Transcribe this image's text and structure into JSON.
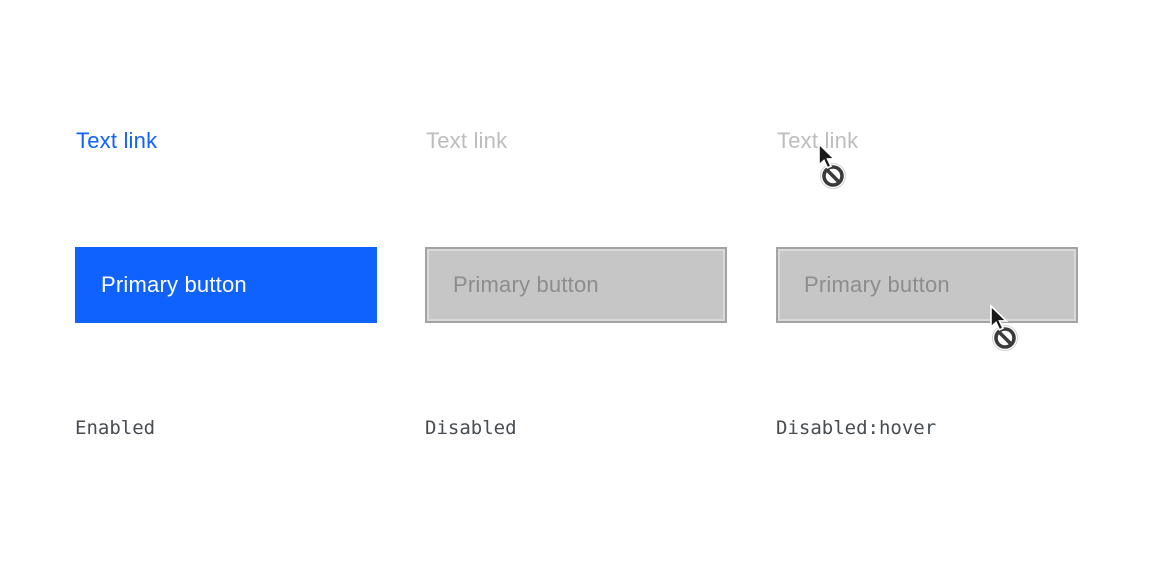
{
  "columns": [
    {
      "state": "enabled",
      "link_label": "Text link",
      "button_label": "Primary button",
      "state_label": "Enabled"
    },
    {
      "state": "disabled",
      "link_label": "Text link",
      "button_label": "Primary button",
      "state_label": "Disabled"
    },
    {
      "state": "disabled-hover",
      "link_label": "Text link",
      "button_label": "Primary button",
      "state_label": "Disabled:hover"
    }
  ],
  "icons": {
    "not_allowed_cursor": "cursor-not-allowed-icon"
  },
  "colors": {
    "link_enabled": "#0f62fe",
    "link_disabled": "#bdbdbd",
    "button_primary_bg": "#0f62fe",
    "button_primary_text": "#ffffff",
    "disabled_bg": "#c6c6c6",
    "disabled_text": "#8d8d8d",
    "disabled_border": "#a3a3a3",
    "disabled_inner_edge": "#d9d9d9",
    "state_label_text": "#474d52",
    "cursor_arrow": "#1a1a1a",
    "cursor_arrow_outline": "#ffffff",
    "cursor_slash_ring": "#3a3a3a",
    "cursor_disc": "#ffffff"
  }
}
